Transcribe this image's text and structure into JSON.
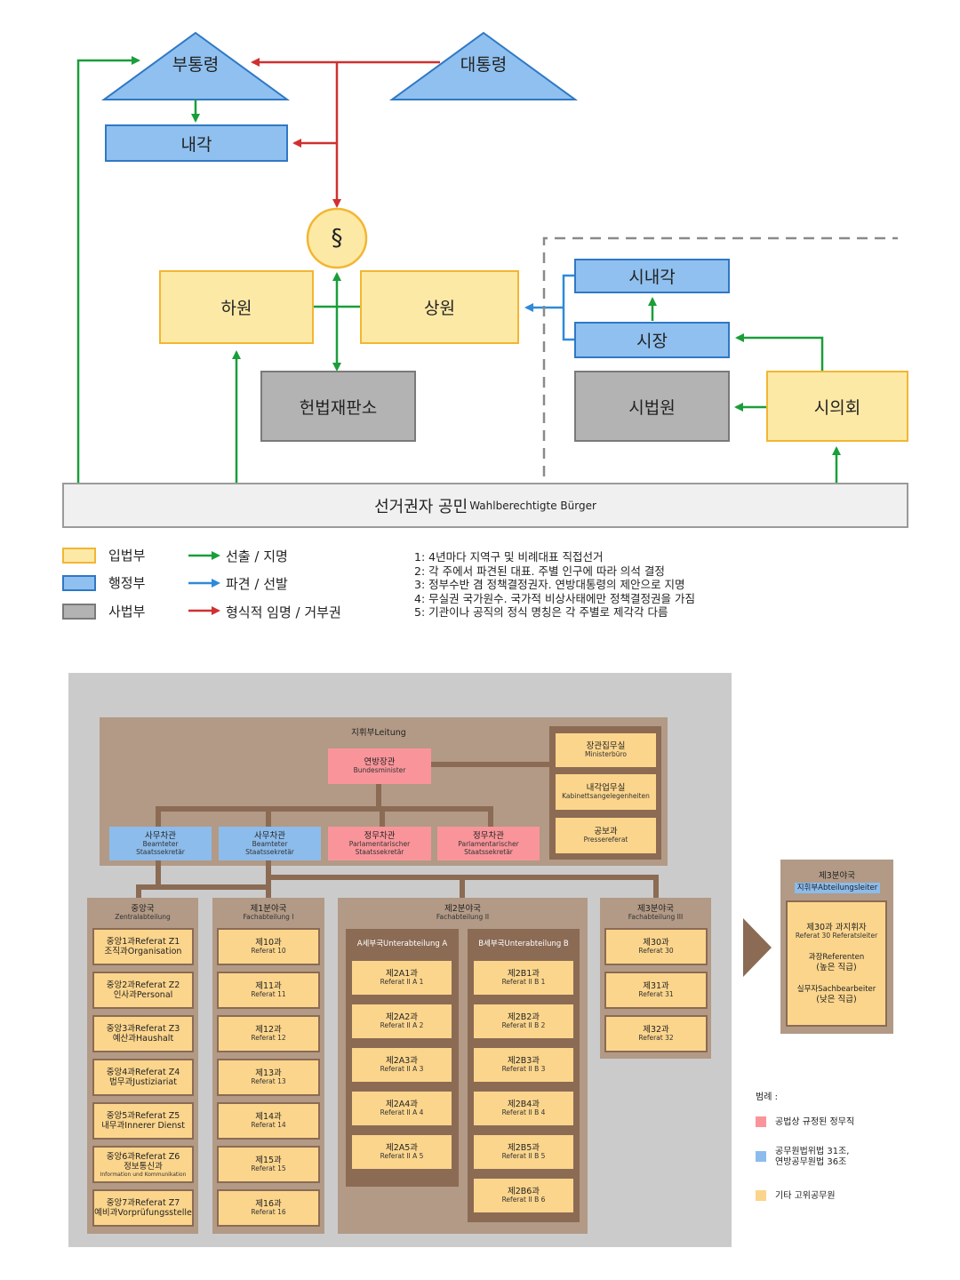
{
  "top": {
    "vice_president": "부통령",
    "president": "대통령",
    "cabinet": "내각",
    "section_symbol": "§",
    "lower_house": "하원",
    "upper_house": "상원",
    "constitutional_court": "헌법재판소",
    "city_cabinet": "시내각",
    "mayor": "시장",
    "city_court": "시법원",
    "city_council": "시의회",
    "electorate": "선거권자 공민",
    "electorate_de": "Wahlberechtigte Bürger"
  },
  "legend": {
    "legislative": "입법부",
    "executive": "행정부",
    "judicial": "사법부",
    "elect": "선출 / 지명",
    "delegate": "파견 / 선발",
    "formal": "형식적 임명 / 거부권",
    "colors": {
      "green": "#1a9e3a",
      "blue": "#2f8ad8",
      "red": "#d03030"
    }
  },
  "notes": [
    "1: 4년마다 지역구 및 비례대표 직접선거",
    "2: 각 주에서 파견된 대표. 주별 인구에 따라 의석 결정",
    "3: 정부수반 겸 정책결정권자. 연방대통령의 제안으로 지명",
    "4: 무실권 국가원수. 국가적 비상사태에만 정책결정권을 가짐",
    "5: 기관이나 공직의 정식 명칭은 각 주별로 제각각 다름"
  ],
  "org": {
    "leitung": "지휘부Leitung",
    "minister": {
      "ko": "연방장관",
      "de": "Bundesminister"
    },
    "ministerbuero": {
      "ko": "장관집무실",
      "de": "Ministerbüro"
    },
    "kabinett": {
      "ko": "내각업무실",
      "de": "Kabinettsangelegenheiten"
    },
    "presse": {
      "ko": "공보과",
      "de": "Pressereferat"
    },
    "secretaries": [
      {
        "ko": "사무차관",
        "de1": "Beamteter",
        "de2": "Staatssekretär"
      },
      {
        "ko": "사무차관",
        "de1": "Beamteter",
        "de2": "Staatssekretär"
      },
      {
        "ko": "정무차관",
        "de1": "Parlamentarischer",
        "de2": "Staatssekretär"
      },
      {
        "ko": "정무차관",
        "de1": "Parlamentarischer",
        "de2": "Staatssekretär"
      }
    ],
    "central": {
      "ko": "중앙국",
      "de": "Zentralabteilung",
      "items": [
        {
          "a": "중앙1과Referat Z1",
          "b": "조직과Organisation"
        },
        {
          "a": "중앙2과Referat Z2",
          "b": "인사과Personal"
        },
        {
          "a": "중앙3과Referat Z3",
          "b": "예산과Haushalt"
        },
        {
          "a": "중앙4과Referat Z4",
          "b": "법무과Justiziariat"
        },
        {
          "a": "중앙5과Referat Z5",
          "b": "내무과Innerer Dienst"
        },
        {
          "a": "중앙6과Referat Z6",
          "b": "정보통신과",
          "c": "Information und Kommunikation"
        },
        {
          "a": "중앙7과Referat Z7",
          "b": "예비과Vorprüfungsstelle"
        }
      ]
    },
    "dept1": {
      "ko": "제1분야국",
      "de": "Fachabteilung I",
      "items": [
        {
          "a": "제10과",
          "b": "Referat 10"
        },
        {
          "a": "제11과",
          "b": "Referat 11"
        },
        {
          "a": "제12과",
          "b": "Referat 12"
        },
        {
          "a": "제13과",
          "b": "Referat 13"
        },
        {
          "a": "제14과",
          "b": "Referat 14"
        },
        {
          "a": "제15과",
          "b": "Referat 15"
        },
        {
          "a": "제16과",
          "b": "Referat 16"
        }
      ]
    },
    "dept2": {
      "ko": "제2분야국",
      "de": "Fachabteilung II",
      "subA": {
        "title": "A세부국Unterabteilung A",
        "items": [
          {
            "a": "제2A1과",
            "b": "Referat II A 1"
          },
          {
            "a": "제2A2과",
            "b": "Referat II A 2"
          },
          {
            "a": "제2A3과",
            "b": "Referat II A 3"
          },
          {
            "a": "제2A4과",
            "b": "Referat II A 4"
          },
          {
            "a": "제2A5과",
            "b": "Referat II A 5"
          }
        ]
      },
      "subB": {
        "title": "B세부국Unterabteilung B",
        "items": [
          {
            "a": "제2B1과",
            "b": "Referat II B 1"
          },
          {
            "a": "제2B2과",
            "b": "Referat II B 2"
          },
          {
            "a": "제2B3과",
            "b": "Referat II B 3"
          },
          {
            "a": "제2B4과",
            "b": "Referat II B 4"
          },
          {
            "a": "제2B5과",
            "b": "Referat II B 5"
          },
          {
            "a": "제2B6과",
            "b": "Referat II B 6"
          }
        ]
      }
    },
    "dept3": {
      "ko": "제3분야국",
      "de": "Fachabteilung III",
      "items": [
        {
          "a": "제30과",
          "b": "Referat 30"
        },
        {
          "a": "제31과",
          "b": "Referat 31"
        },
        {
          "a": "제32과",
          "b": "Referat 32"
        }
      ]
    },
    "detail": {
      "title": "제3분야국",
      "leader": "지휘부Abteilungsleiter",
      "l1": "제30과 과지휘자",
      "l2": "Referat 30 Referatsleiter",
      "l3": "과장Referenten",
      "l4": "(높은 직급)",
      "l5": "실무자Sachbearbeiter",
      "l6": "(낮은 직급)"
    },
    "legend": {
      "title": "범례 :",
      "pink": "공법상 규정된 정무직",
      "blue1": "공무원법위법 31조,",
      "blue2": "연방공무원법 36조",
      "yellow": "기타 고위공무원"
    }
  }
}
